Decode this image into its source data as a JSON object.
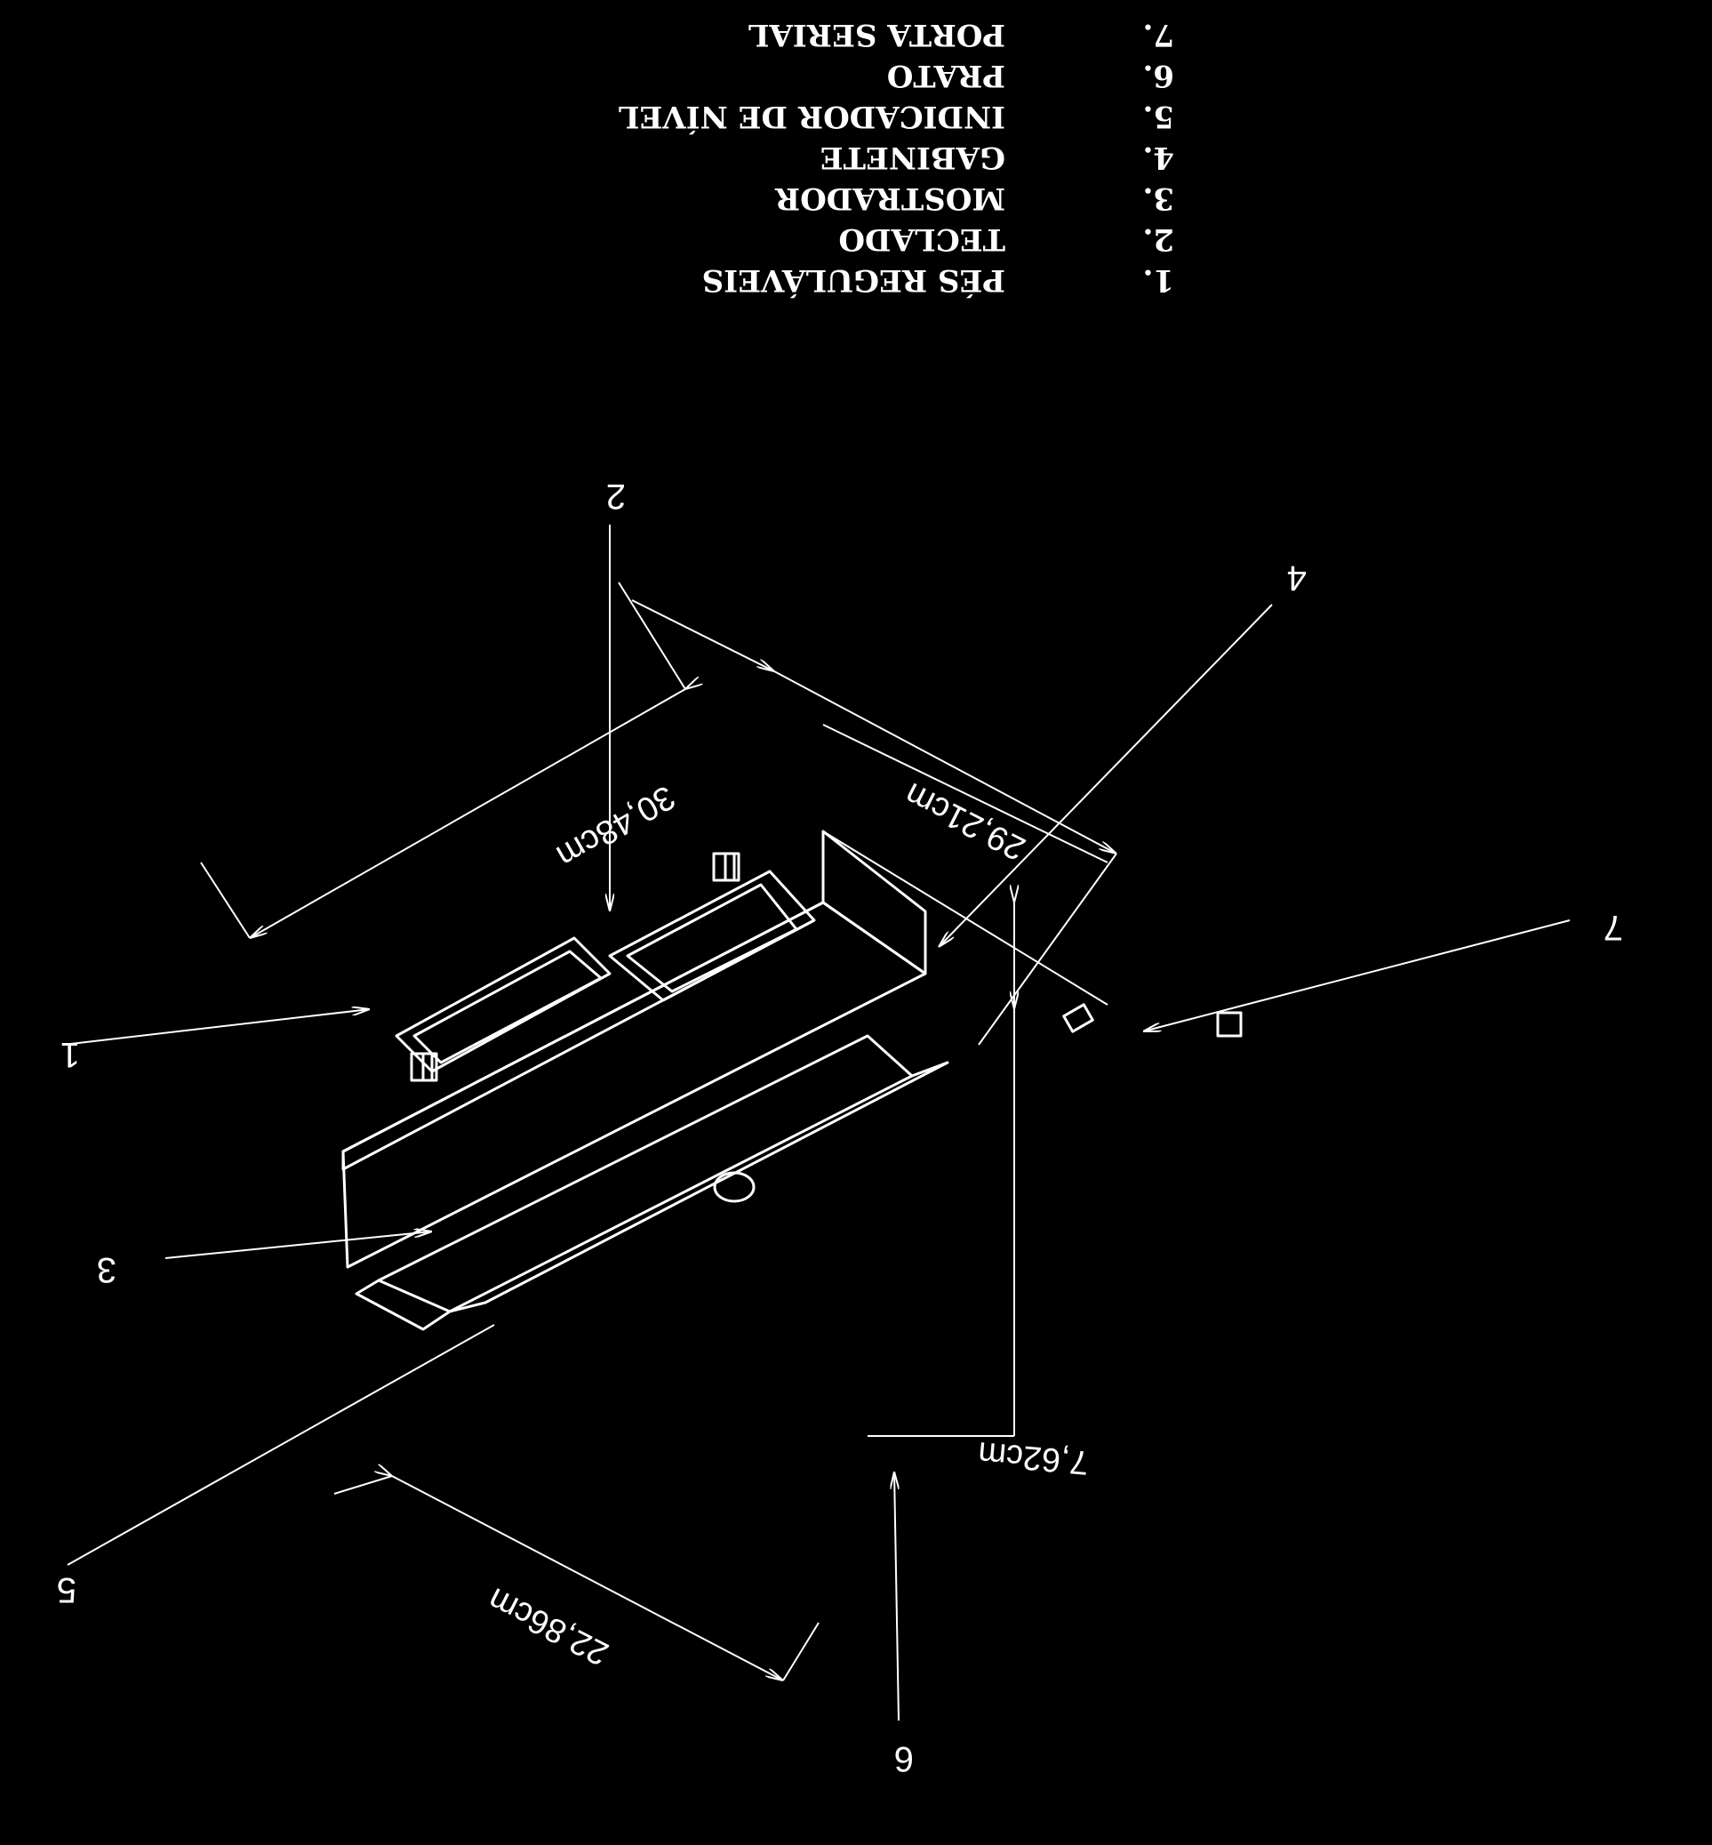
{
  "legend": {
    "items": [
      {
        "number": "1.",
        "label": "PÉS REGULÁVEIS"
      },
      {
        "number": "2.",
        "label": "TECLADO"
      },
      {
        "number": "3.",
        "label": "MOSTRADOR"
      },
      {
        "number": "4.",
        "label": "GABINETE"
      },
      {
        "number": "5.",
        "label": "INDICADOR DE NÍVEL"
      },
      {
        "number": "6.",
        "label": "PRATO"
      },
      {
        "number": "7.",
        "label": "PORTA SERIAL"
      }
    ]
  },
  "callouts": {
    "c1": "1",
    "c2": "2",
    "c3": "3",
    "c4": "4",
    "c5": "5",
    "c6": "6",
    "c7": "7"
  },
  "dimensions": {
    "width": "30,48cm",
    "depth": "29,21cm",
    "pan_depth": "22,86cm",
    "height": "7,62cm"
  },
  "colors": {
    "background": "#000000",
    "line": "#ffffff"
  }
}
